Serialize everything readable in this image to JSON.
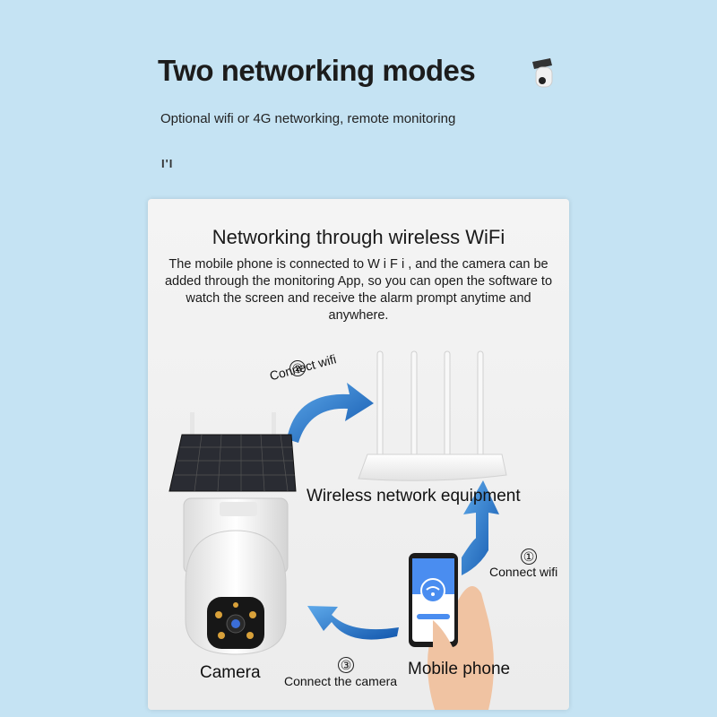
{
  "header": {
    "title": "Two networking modes",
    "subtitle": "Optional wifi or 4G networking, remote monitoring",
    "mark": "I'I"
  },
  "card": {
    "title": "Networking through wireless WiFi",
    "description": "The mobile phone is connected to W i F i , and the camera can be added through the monitoring App, so you can open the software to watch the screen and receive the alarm prompt anytime and anywhere.",
    "labels": {
      "wireless": "Wireless network equipment",
      "camera": "Camera",
      "phone": "Mobile phone",
      "connect_wifi_1": "Connect wifi",
      "connect_wifi_2": "Connect wifi",
      "connect_camera": "Connect the camera"
    },
    "steps": {
      "one": "①",
      "two": "②",
      "three": "③"
    }
  },
  "colors": {
    "background": "#c5e3f3",
    "arrow": "#1e6fc4",
    "card": "#f2f2f2"
  },
  "icons": [
    "camera-icon",
    "router-icon",
    "phone-icon",
    "solar-panel-icon",
    "arrow-icon"
  ]
}
